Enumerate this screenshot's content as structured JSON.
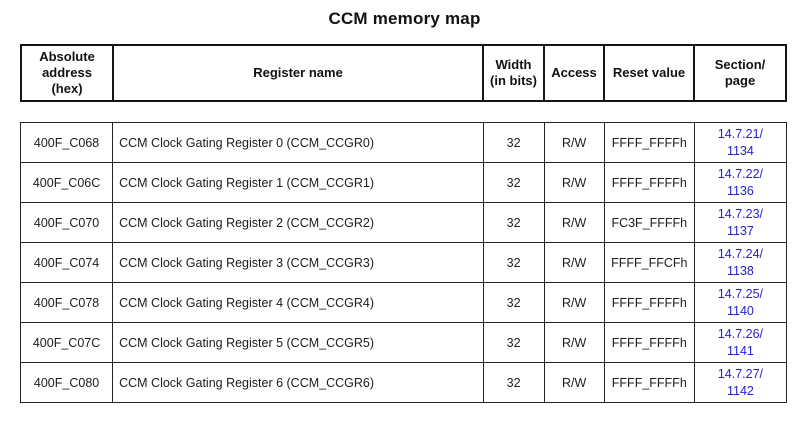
{
  "title": "CCM memory map",
  "colors": {
    "link_blue": "#2222cc",
    "border_black": "#161616",
    "text_black": "#1c1c1c"
  },
  "table": {
    "headers": [
      [
        "Absolute",
        "address",
        "(hex)"
      ],
      [
        "Register name"
      ],
      [
        "Width",
        "(in bits)"
      ],
      [
        "Access"
      ],
      [
        "Reset value"
      ],
      [
        "Section/",
        "page"
      ]
    ],
    "rows": [
      {
        "address": "400F_C068",
        "register_name": "CCM Clock Gating Register 0 (CCM_CCGR0)",
        "width": "32",
        "access": "R/W",
        "reset_value": "FFFF_FFFFh",
        "section_page": [
          "14.7.21/",
          "1134"
        ]
      },
      {
        "address": "400F_C06C",
        "register_name": "CCM Clock Gating Register 1 (CCM_CCGR1)",
        "width": "32",
        "access": "R/W",
        "reset_value": "FFFF_FFFFh",
        "section_page": [
          "14.7.22/",
          "1136"
        ]
      },
      {
        "address": "400F_C070",
        "register_name": "CCM Clock Gating Register 2 (CCM_CCGR2)",
        "width": "32",
        "access": "R/W",
        "reset_value": "FC3F_FFFFh",
        "section_page": [
          "14.7.23/",
          "1137"
        ]
      },
      {
        "address": "400F_C074",
        "register_name": "CCM Clock Gating Register 3 (CCM_CCGR3)",
        "width": "32",
        "access": "R/W",
        "reset_value": "FFFF_FFCFh",
        "section_page": [
          "14.7.24/",
          "1138"
        ]
      },
      {
        "address": "400F_C078",
        "register_name": "CCM Clock Gating Register 4 (CCM_CCGR4)",
        "width": "32",
        "access": "R/W",
        "reset_value": "FFFF_FFFFh",
        "section_page": [
          "14.7.25/",
          "1140"
        ]
      },
      {
        "address": "400F_C07C",
        "register_name": "CCM Clock Gating Register 5 (CCM_CCGR5)",
        "width": "32",
        "access": "R/W",
        "reset_value": "FFFF_FFFFh",
        "section_page": [
          "14.7.26/",
          "1141"
        ]
      },
      {
        "address": "400F_C080",
        "register_name": "CCM Clock Gating Register 6 (CCM_CCGR6)",
        "width": "32",
        "access": "R/W",
        "reset_value": "FFFF_FFFFh",
        "section_page": [
          "14.7.27/",
          "1142"
        ]
      }
    ]
  }
}
